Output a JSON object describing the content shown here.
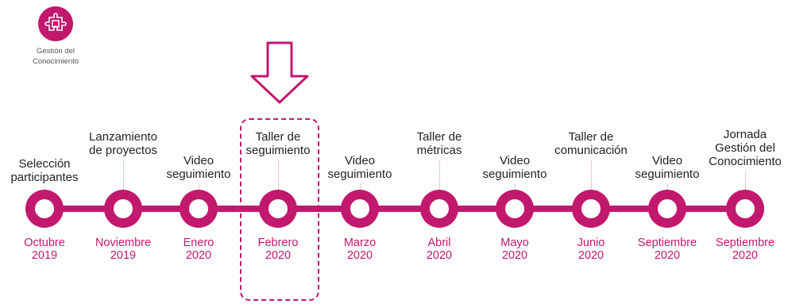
{
  "logo": {
    "icon": "puzzle-icon",
    "text": "Gestión del\nConocimiento"
  },
  "colors": {
    "accent": "#c2186e",
    "text": "#222222",
    "logo_text": "#555555"
  },
  "timeline": [
    {
      "event": "Selección\nparticipantes",
      "date": "Octubre\n2019"
    },
    {
      "event": "Lanzamiento\nde proyectos",
      "date": "Noviembre\n2019"
    },
    {
      "event": "Video\nseguimiento",
      "date": "Enero\n2020"
    },
    {
      "event": "Taller de\nseguimiento",
      "date": "Febrero\n2020"
    },
    {
      "event": "Video\nseguimiento",
      "date": "Marzo\n2020"
    },
    {
      "event": "Taller de\nmétricas",
      "date": "Abril\n2020"
    },
    {
      "event": "Video\nseguimiento",
      "date": "Mayo\n2020"
    },
    {
      "event": "Taller de\ncomunicación",
      "date": "Junio\n2020"
    },
    {
      "event": "Video\nseguimiento",
      "date": "Septiembre\n2020"
    },
    {
      "event": "Jornada\nGestión del\nConocimiento",
      "date": "Septiembre\n2020"
    }
  ]
}
